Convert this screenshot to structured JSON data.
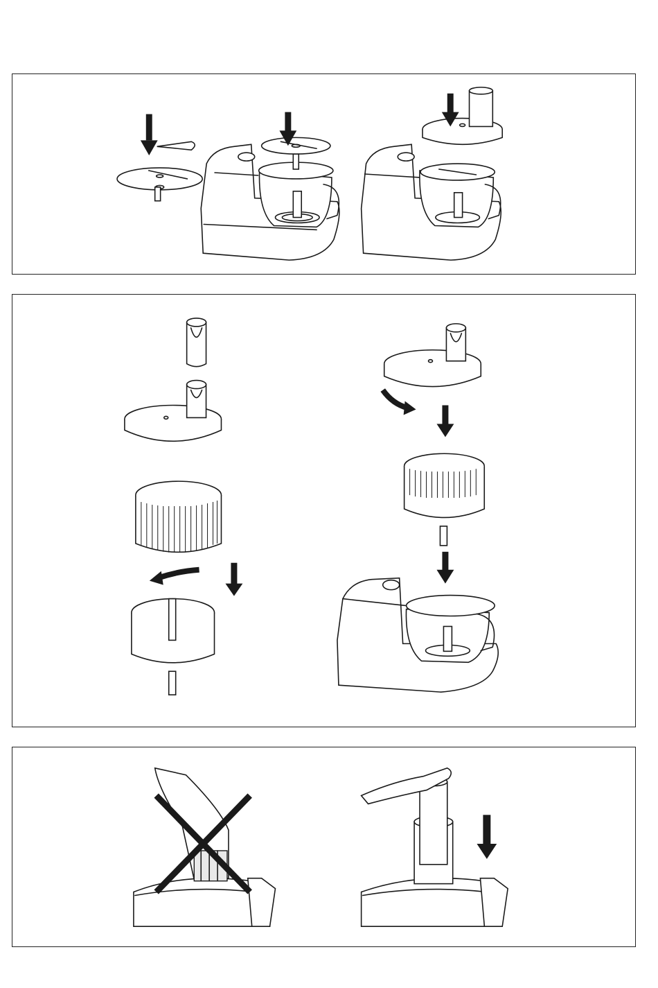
{
  "page": {
    "title": "",
    "panels": [
      {
        "id": "panel-1",
        "caption": ""
      },
      {
        "id": "panel-2",
        "caption": ""
      },
      {
        "id": "panel-3",
        "caption": ""
      }
    ]
  },
  "icons": {
    "down_arrow": "down-arrow-icon",
    "curved_arrow": "curved-arrow-icon",
    "cross": "prohibited-cross-icon"
  },
  "colors": {
    "ink": "#1a1a1a",
    "paper": "#ffffff",
    "shade": "#e9e9e9"
  }
}
